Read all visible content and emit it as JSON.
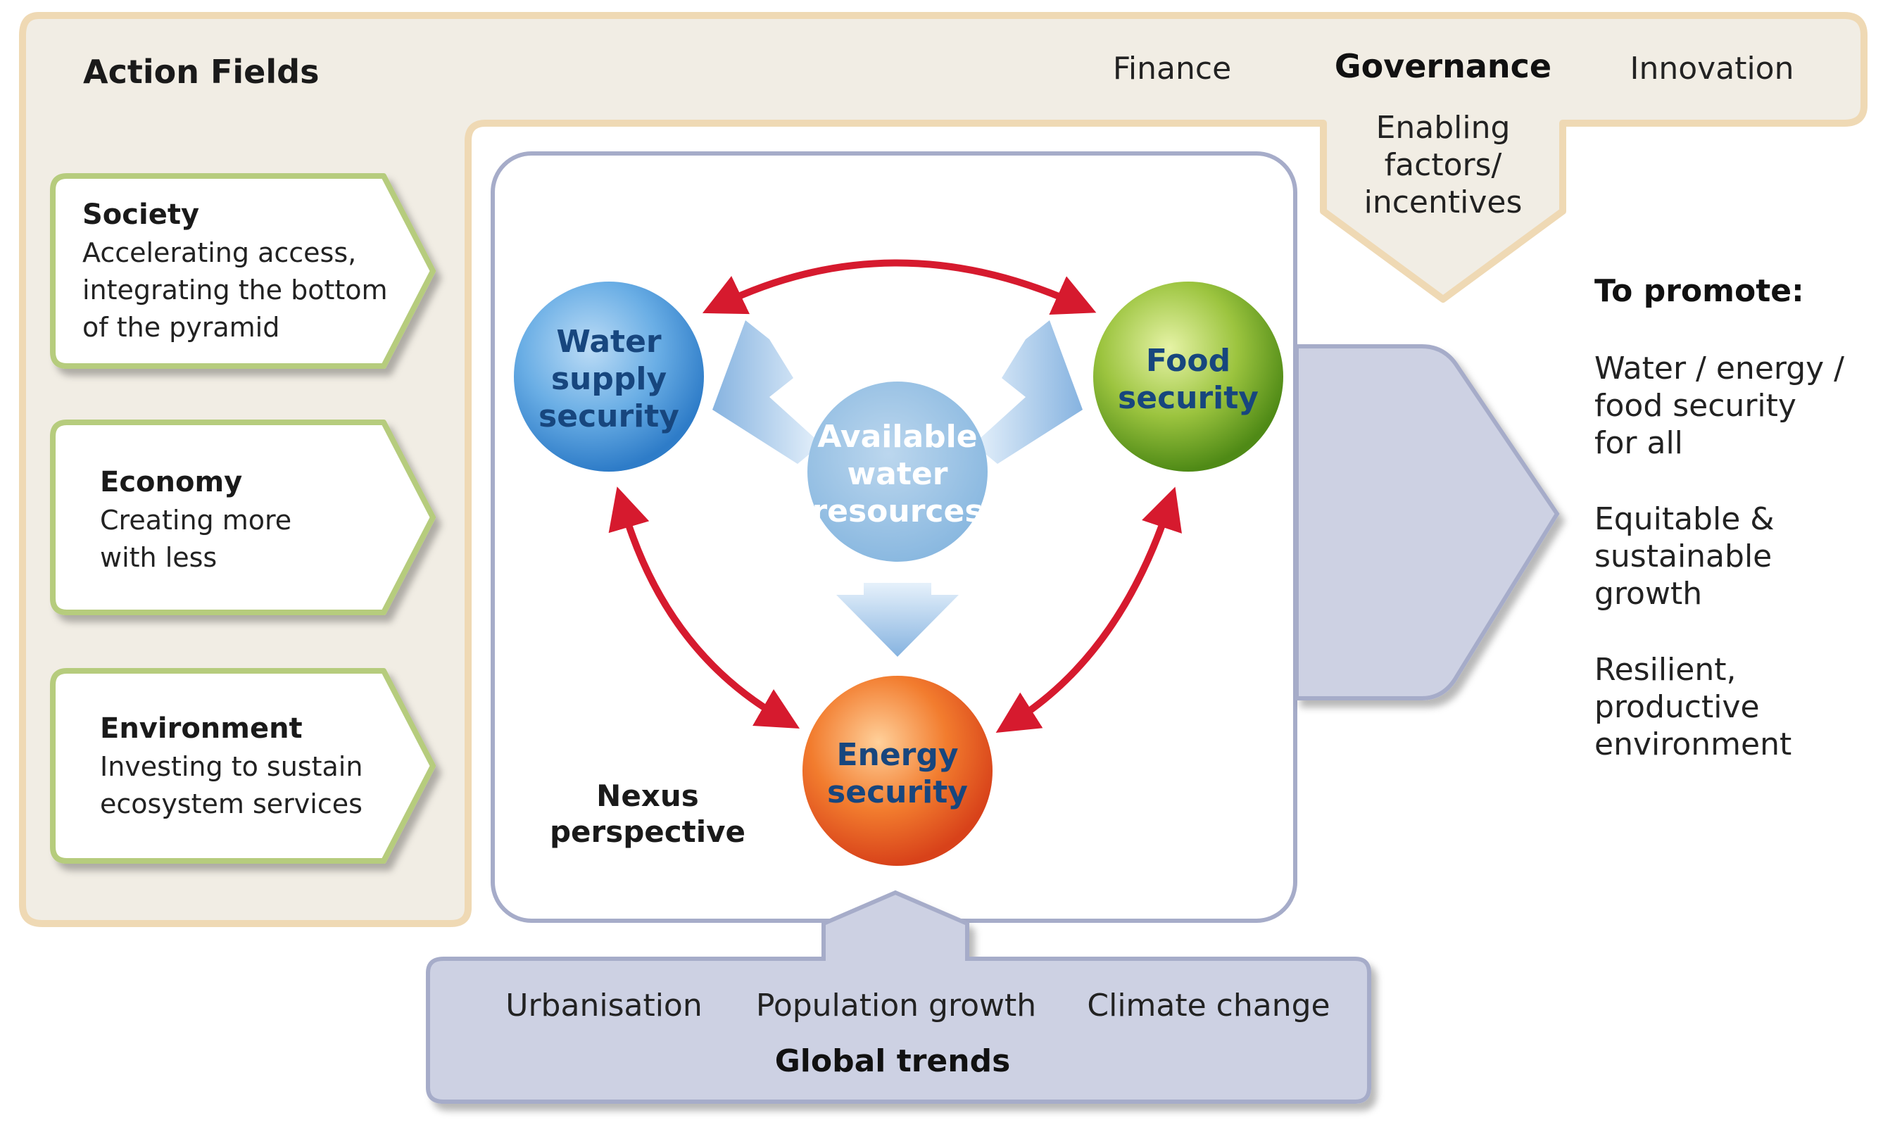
{
  "action_fields": {
    "title": "Action Fields",
    "enablers": [
      "Finance",
      "Governance",
      "Innovation"
    ],
    "enabling_factors_lines": [
      "Enabling",
      "factors/",
      "incentives"
    ]
  },
  "fields": [
    {
      "title": "Society",
      "lines": [
        "Accelerating access,",
        "integrating the bottom",
        "of the pyramid"
      ]
    },
    {
      "title": "Economy",
      "lines": [
        "Creating more",
        "with less"
      ]
    },
    {
      "title": "Environment",
      "lines": [
        "Investing to sustain",
        "ecosystem services"
      ]
    }
  ],
  "nexus": {
    "center_lines": [
      "Available",
      "water",
      "resources"
    ],
    "water_lines": [
      "Water",
      "supply",
      "security"
    ],
    "food_lines": [
      "Food",
      "security"
    ],
    "energy_lines": [
      "Energy",
      "security"
    ],
    "perspective_lines": [
      "Nexus",
      "perspective"
    ]
  },
  "global_trends": {
    "title": "Global trends",
    "items": [
      "Urbanisation",
      "Population growth",
      "Climate change"
    ]
  },
  "promote": {
    "title": "To promote:",
    "groups": [
      [
        "Water / energy /",
        "food security",
        "for all"
      ],
      [
        "Equitable &",
        "sustainable",
        "growth"
      ],
      [
        "Resilient,",
        "productive",
        "environment"
      ]
    ]
  },
  "colors": {
    "beige_fill": "#f1ede4",
    "beige_stroke": "#efd9b4",
    "green_stroke": "#b6cc7d",
    "lavender_fill": "#cdd1e3",
    "lavender_stroke": "#a6acc9",
    "red_arrow": "#d61a2e",
    "circle_text": "#17467e",
    "center_text": "#ffffff"
  }
}
